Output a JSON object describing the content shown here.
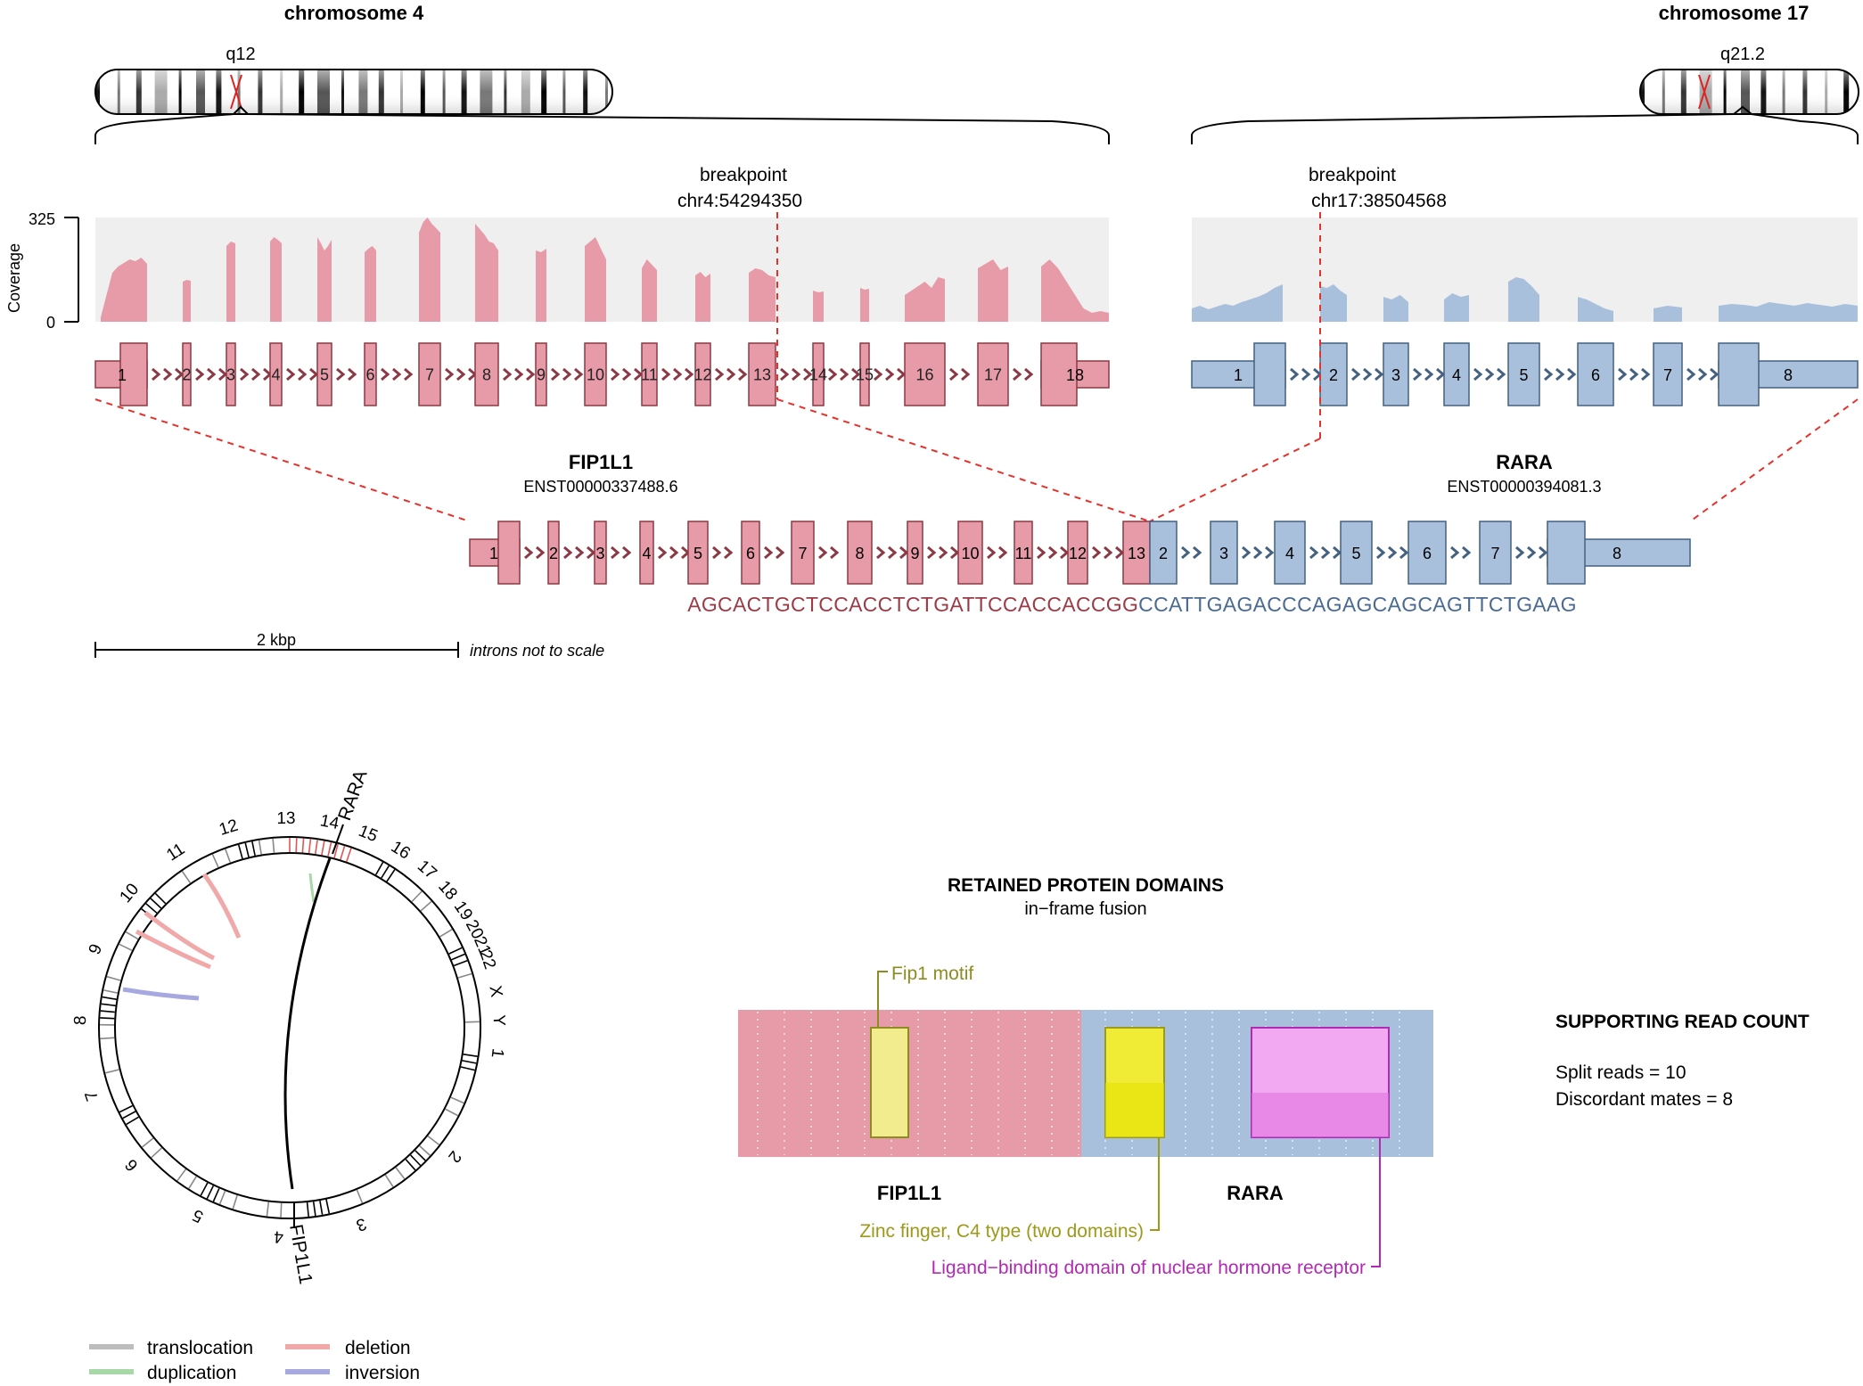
{
  "colors": {
    "fip1l1_fill": "#e79aa7",
    "fip1l1_stroke": "#8a3a44",
    "fip1l1_text": "#9b3b46",
    "rara_fill": "#a9c0dd",
    "rara_stroke": "#44617f",
    "rara_text": "#4a6a91",
    "coverage_bg": "#efefef",
    "breakpoint": "#e8302a",
    "fip1_motif": "#8d8c22",
    "zinc_finger": "#9c9a18",
    "ligand_binding": "#b12ab3"
  },
  "top": {
    "chr_left": {
      "title": "chromosome 4",
      "band": "q12"
    },
    "chr_right": {
      "title": "chromosome 17",
      "band": "q21.2"
    },
    "coverage": {
      "ylabel": "Coverage",
      "ymax": "325",
      "ymin": "0"
    },
    "breakpoint_left": {
      "label": "breakpoint",
      "position": "chr4:54294350"
    },
    "breakpoint_right": {
      "label": "breakpoint",
      "position": "chr17:38504568"
    },
    "gene_left": {
      "name": "FIP1L1",
      "transcript": "ENST00000337488.6"
    },
    "gene_right": {
      "name": "RARA",
      "transcript": "ENST00000394081.3"
    },
    "fip1l1_exons": [
      "1",
      "2",
      "3",
      "4",
      "5",
      "6",
      "7",
      "8",
      "9",
      "10",
      "11",
      "12",
      "13",
      "14",
      "15",
      "16",
      "17",
      "18"
    ],
    "rara_exons": [
      "1",
      "2",
      "3",
      "4",
      "5",
      "6",
      "7",
      "8"
    ],
    "fusion_fip1l1_exons": [
      "1",
      "2",
      "3",
      "4",
      "5",
      "6",
      "7",
      "8",
      "9",
      "10",
      "11",
      "12",
      "13"
    ],
    "fusion_rara_exons": [
      "2",
      "3",
      "4",
      "5",
      "6",
      "7",
      "8"
    ],
    "fusion_seq_left": "AGCACTGCTCCACCTCTGATTCCACCACCGG",
    "fusion_seq_right": "CCATTGAGACCCAGAGCAGCAGTTCTGAAG",
    "scale_label": "2 kbp",
    "scale_note": "introns not to scale"
  },
  "circos": {
    "chromosomes": [
      "1",
      "2",
      "3",
      "4",
      "5",
      "6",
      "7",
      "8",
      "9",
      "10",
      "11",
      "12",
      "13",
      "14",
      "15",
      "16",
      "17",
      "18",
      "19",
      "20",
      "21",
      "22",
      "X",
      "Y"
    ],
    "gene_label_top": "RARA",
    "gene_label_bottom": "FIP1L1"
  },
  "legend": {
    "translocation": "translocation",
    "deletion": "deletion",
    "duplication": "duplication",
    "inversion": "inversion",
    "translocation_color": "#bdbdbd",
    "deletion_color": "#f0a8a8",
    "duplication_color": "#a8d8a8",
    "inversion_color": "#a8a8e0"
  },
  "domains": {
    "title": "RETAINED PROTEIN DOMAINS",
    "subtitle": "in−frame fusion",
    "fip1_motif": "Fip1 motif",
    "zinc_finger": "Zinc finger, C4 type (two domains)",
    "ligand_binding": "Ligand−binding domain of nuclear hormone receptor",
    "label_left": "FIP1L1",
    "label_right": "RARA"
  },
  "reads": {
    "title": "SUPPORTING READ COUNT",
    "split_reads": "Split reads = 10",
    "discordant_mates": "Discordant mates = 8"
  }
}
